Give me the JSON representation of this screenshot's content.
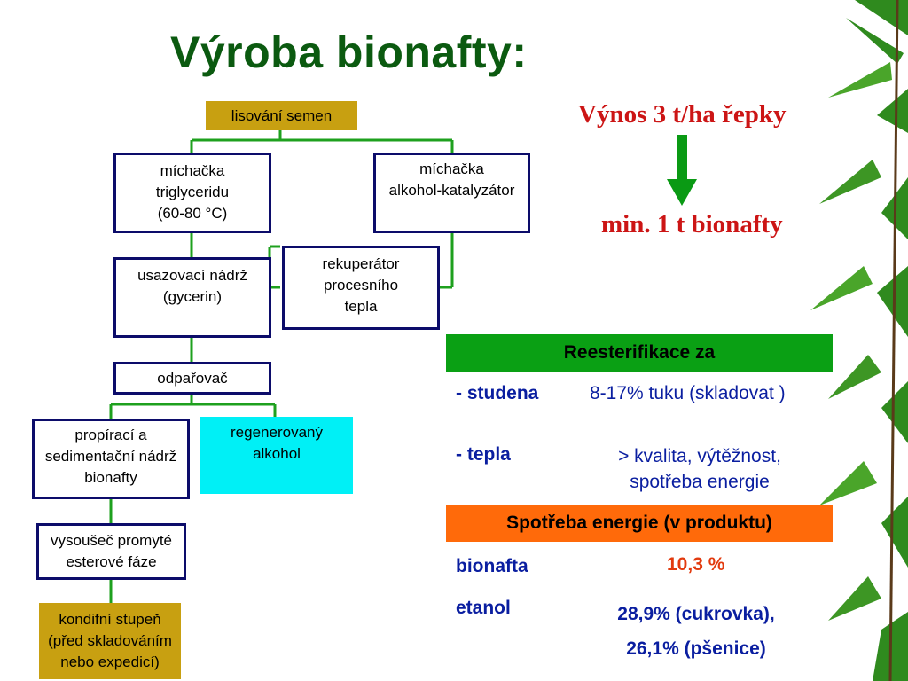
{
  "title": "Výroba bionafty:",
  "colors": {
    "title": "#0b5a10",
    "box_border": "#0c0c6a",
    "line": "#1ea01e",
    "gold": "#c8a011",
    "cyan": "#00f0f6",
    "red_text": "#cc1515",
    "band_green": "#0aa014",
    "band_orange": "#ff6a0a",
    "blue_text": "#0a1ea0"
  },
  "flow": {
    "lisovani": "lisování semen",
    "michacka_tri": "míchačka\ntriglyceridu\n(60-80 °C)",
    "michacka_alk": "míchačka\nalkohol-katalyzátor",
    "usazovaci": "usazovací nádrž\n(gycerin)",
    "rekuperator": "rekuperátor\nprocesního\ntepla",
    "odparovac": "odpařovač",
    "propiraci": "propírací a\nsedimentační nádrž\nbionafty",
    "regenerovany": "regenerovaný\nalkohol",
    "vysousec": "vysoušeč promyté\nesterové fáze",
    "kondifni": "kondifní stupeň\n(před skladováním\nnebo expedicí)"
  },
  "yield": {
    "top": "Výnos 3 t/ha řepky",
    "bottom": "min. 1 t bionafty",
    "arrow_icon": "arrow-down-icon"
  },
  "reester": {
    "header": "Reesterifikace za",
    "rows": [
      {
        "label": "- studena",
        "value": "8-17% tuku (skladovat )"
      },
      {
        "label": "- tepla",
        "value": "> kvalita, výtěžnost,\nspotřeba energie"
      }
    ]
  },
  "energy": {
    "header": "Spotřeba energie (v produktu)",
    "rows": [
      {
        "label": "bionafta",
        "value": "10,3 %"
      },
      {
        "label": "etanol",
        "value": "28,9% (cukrovka),\n26,1% (pšenice)"
      }
    ]
  }
}
